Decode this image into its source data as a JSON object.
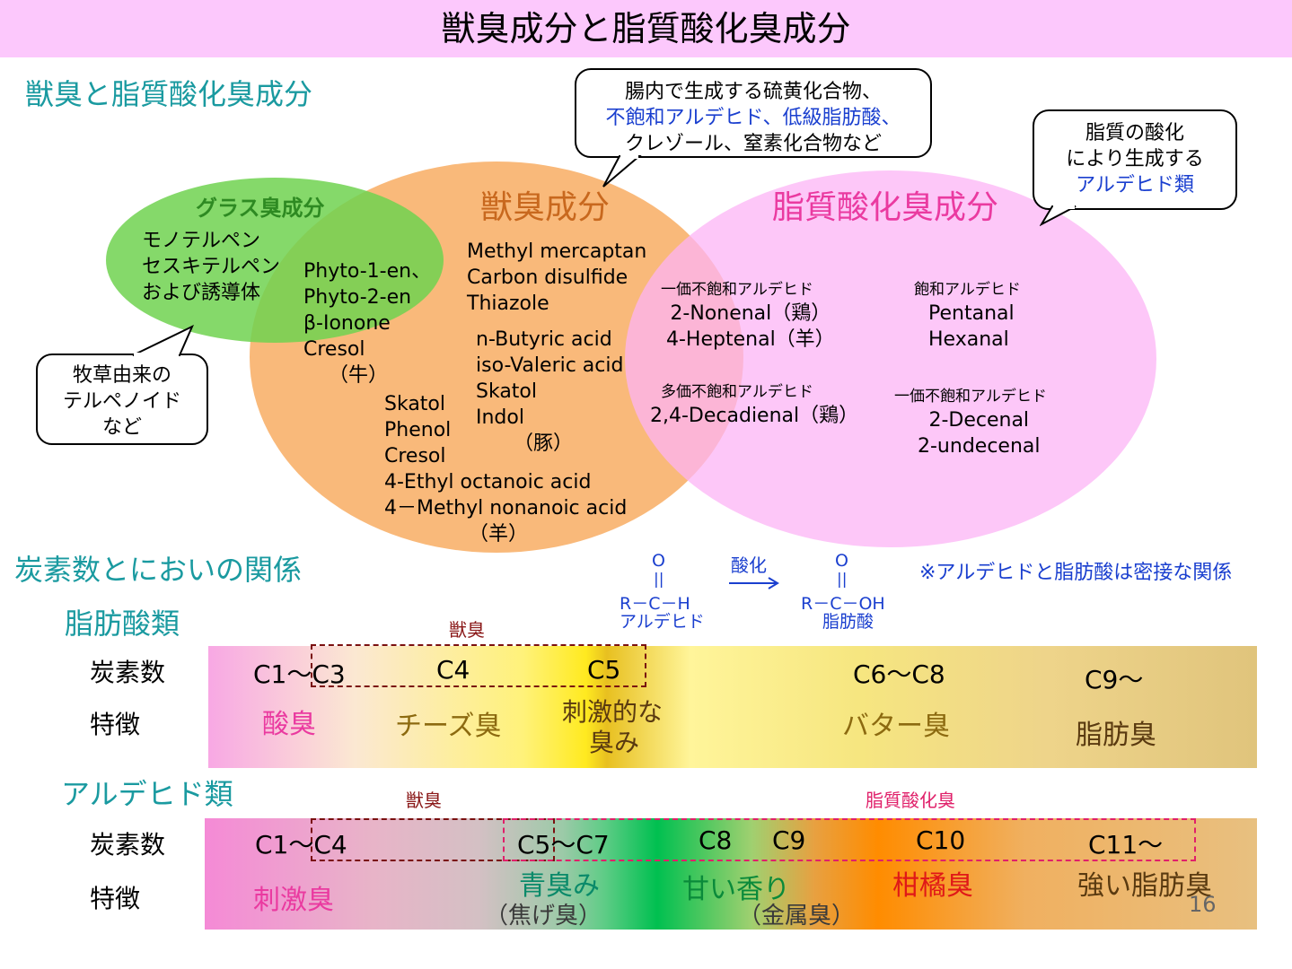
{
  "title": "獣臭成分と脂質酸化臭成分",
  "section_venn": "獣臭と脂質酸化臭成分",
  "bubble_top": {
    "line1": "腸内で生成する硫黄化合物、",
    "line2_blue": "不飽和アルデヒド、低級脂肪酸、",
    "line3": "クレゾール、窒素化合物など"
  },
  "bubble_right": {
    "line1": "脂質の酸化",
    "line2": "により生成する",
    "line3_blue": "アルデヒド類"
  },
  "bubble_left": {
    "line1": "牧草由来の",
    "line2": "テルペノイド",
    "line3": "など"
  },
  "grass": {
    "title": "グラス臭成分",
    "items": [
      "モノテルペン",
      "セスキテルペン",
      "および誘導体"
    ]
  },
  "overlap_grass_beast": {
    "items": [
      "Phyto-1-en、",
      "Phyto-2-en",
      "β-Ionone",
      "Cresol"
    ],
    "animal": "（牛）"
  },
  "beast": {
    "title": "獣臭成分",
    "group1": [
      "Methyl mercaptan",
      "Carbon disulfide",
      "Thiazole"
    ],
    "group2": [
      "n-Butyric acid",
      "iso-Valeric acid",
      "Skatol",
      "Indol"
    ],
    "group2_animal": "（豚）",
    "group3": [
      "Skatol",
      "Phenol",
      "Cresol",
      "4-Ethyl octanoic acid",
      "4－Methyl nonanoic acid"
    ],
    "group3_animal": "（羊）"
  },
  "overlap_beast_lipid": {
    "cat1": "一価不飽和アルデヒド",
    "cat1_items": [
      "2-Nonenal（鶏）",
      "4-Heptenal（羊）"
    ],
    "cat2": "多価不飽和アルデヒド",
    "cat2_items": [
      "2,4-Decadienal（鶏）"
    ]
  },
  "lipid": {
    "title": "脂質酸化臭成分",
    "cat1": "飽和アルデヒド",
    "cat1_items": [
      "Pentanal",
      "Hexanal"
    ],
    "cat2": "一価不飽和アルデヒド",
    "cat2_items": [
      "2-Decenal",
      "2-undecenal"
    ]
  },
  "section_carbon": "炭素数とにおいの関係",
  "reaction": {
    "oxidation": "酸化",
    "aldehyde_o": "O",
    "aldehyde_bond": "||",
    "aldehyde_formula": "R－C－H",
    "aldehyde_name": "アルデヒド",
    "acid_o": "O",
    "acid_bond": "||",
    "acid_formula": "R－C－OH",
    "acid_name": "脂肪酸",
    "note": "※アルデヒドと脂肪酸は密接な関係"
  },
  "fatty_acids": {
    "heading": "脂肪酸類",
    "beast_label": "獣臭",
    "row_carbon": "炭素数",
    "row_feature": "特徴",
    "carbons": [
      "C1～C3",
      "C4",
      "C5",
      "C6～C8",
      "C9～"
    ],
    "features": [
      "酸臭",
      "チーズ臭",
      "刺激的な",
      "臭み",
      "バター臭",
      "脂肪臭"
    ]
  },
  "aldehydes": {
    "heading": "アルデヒド類",
    "beast_label": "獣臭",
    "lipid_label": "脂質酸化臭",
    "row_carbon": "炭素数",
    "row_feature": "特徴",
    "carbons": [
      "C1～C4",
      "C5～C7",
      "C8",
      "C9",
      "C10",
      "C11～"
    ],
    "features": [
      "刺激臭",
      "青臭み",
      "（焦げ臭）",
      "甘い香り",
      "（金属臭）",
      "柑橘臭",
      "強い脂肪臭"
    ]
  },
  "page_number": "16",
  "colors": {
    "title_bg": "#fcc8fc",
    "section": "#1a9aa0",
    "grass_ellipse": "#7fd86a",
    "beast_ellipse": "#f9b97a",
    "lipid_ellipse": "#fcc0f5",
    "beast_title": "#c8681e",
    "lipid_title": "#ea3aa0",
    "grass_title": "#2e8a22",
    "blue_text": "#1a3fcf",
    "dash_red": "#7a1010",
    "dash_pink": "#e0206a"
  }
}
